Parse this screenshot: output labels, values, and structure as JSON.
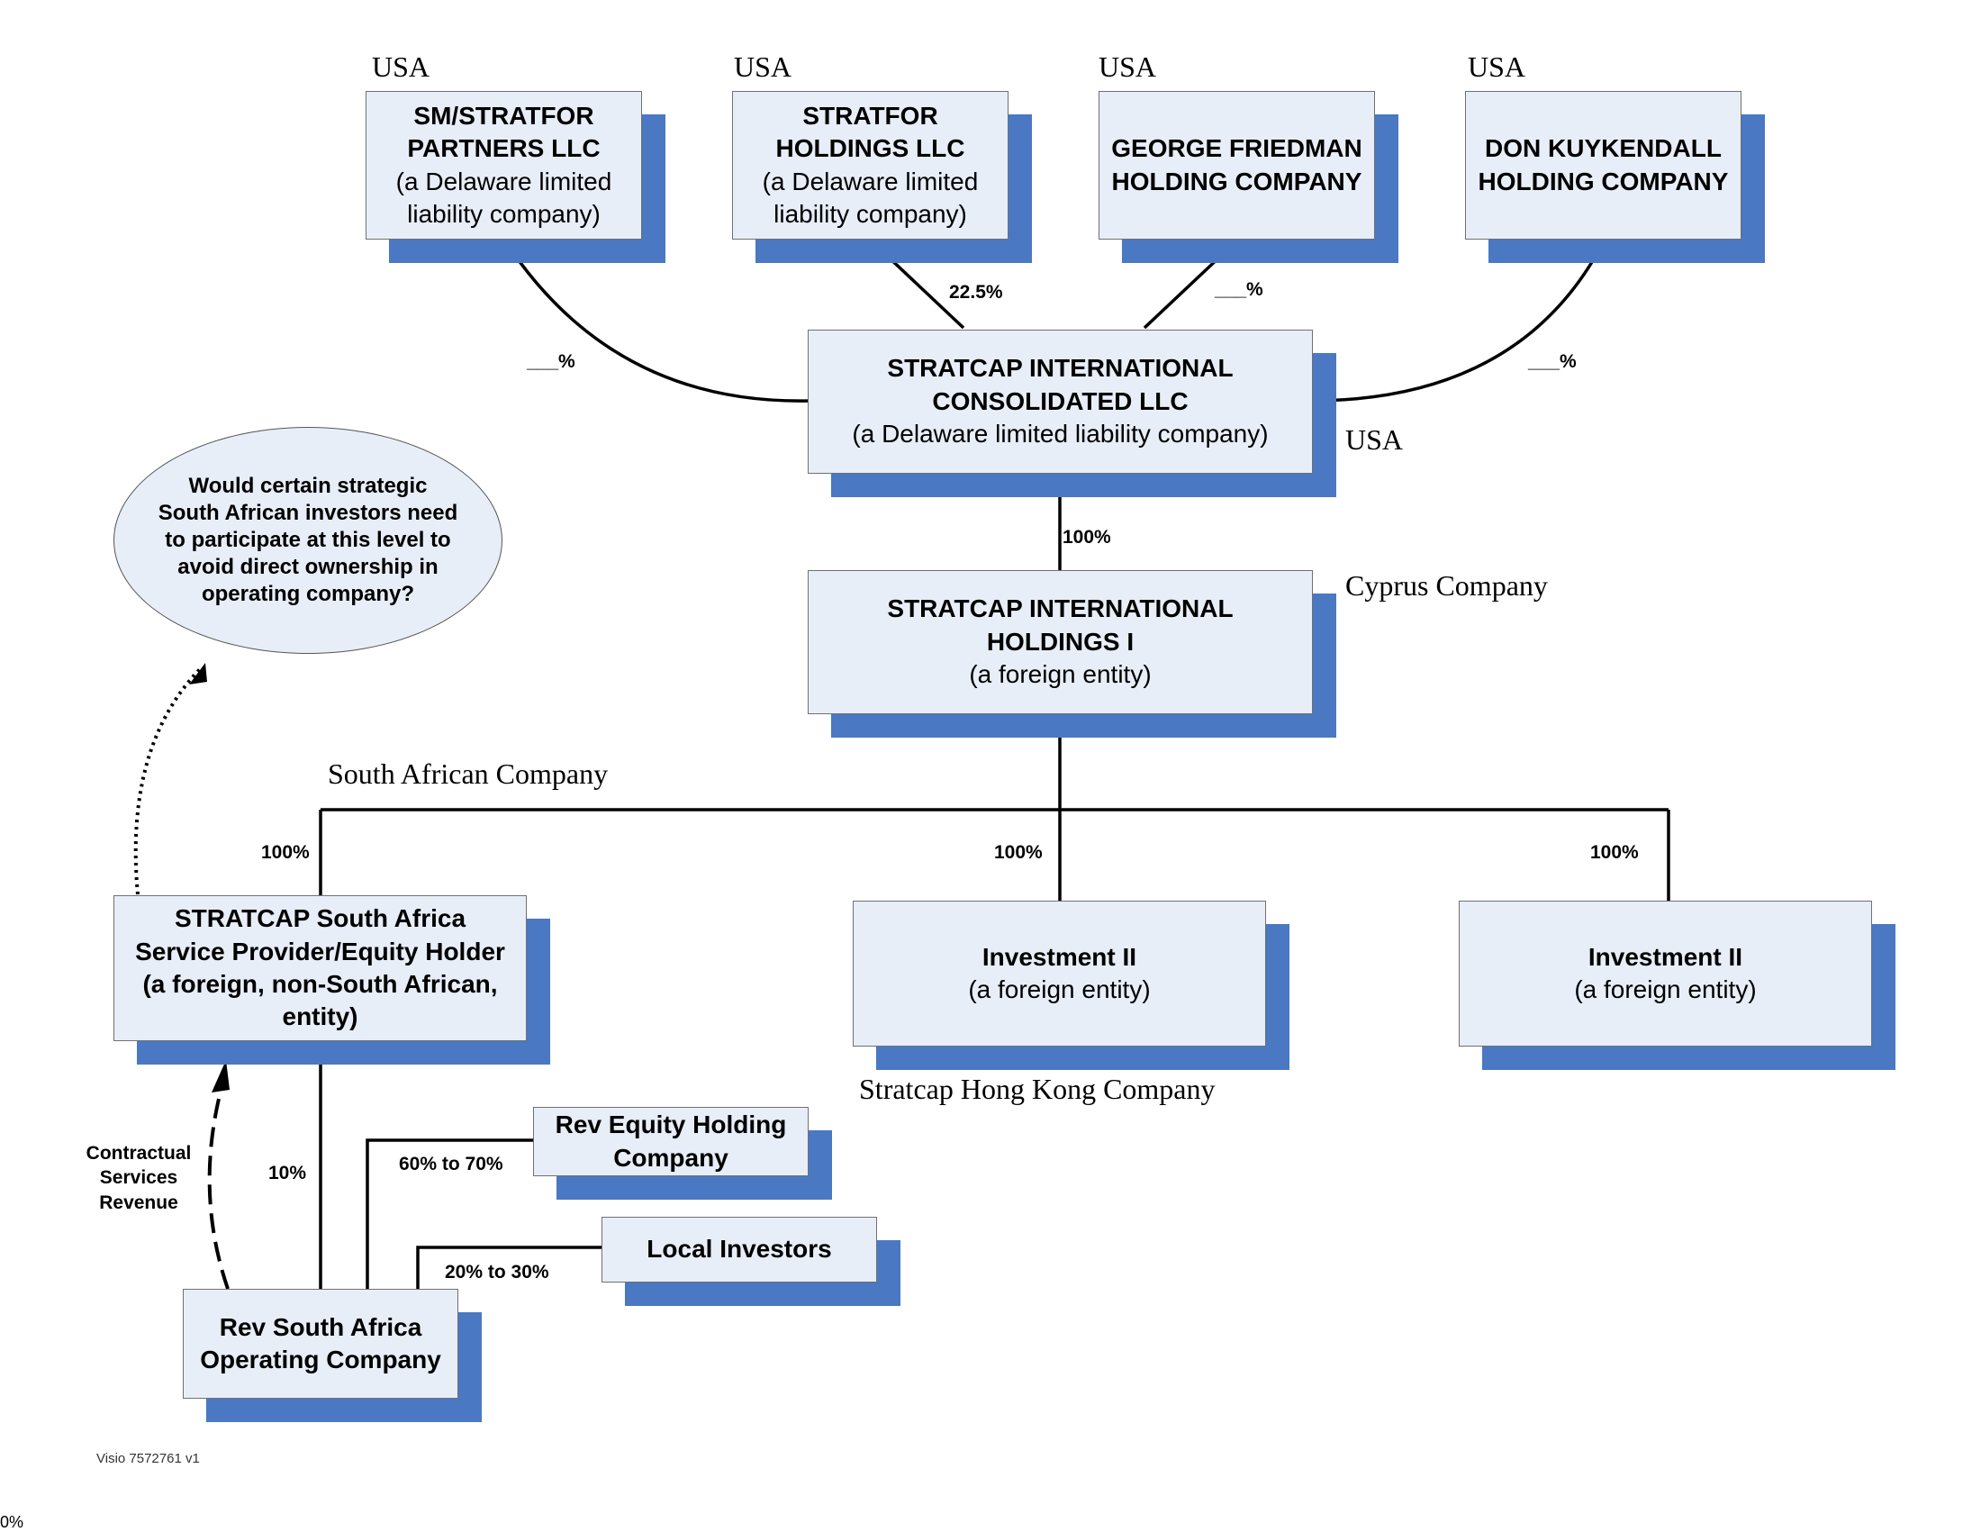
{
  "jurisdictions": {
    "usa_1": "USA",
    "usa_2": "USA",
    "usa_3": "USA",
    "usa_4": "USA",
    "usa_consolidated": "USA",
    "cyprus": "Cyprus Company",
    "south_africa": "South African Company",
    "hong_kong": "Stratcap Hong Kong Company"
  },
  "entities": {
    "sm_stratfor": {
      "name_1": "SM/STRATFOR",
      "name_2": "PARTNERS LLC",
      "desc_1": "(a Delaware limited",
      "desc_2": "liability company)"
    },
    "stratfor_holdings": {
      "name_1": "STRATFOR",
      "name_2": "HOLDINGS LLC",
      "desc_1": "(a Delaware limited",
      "desc_2": "liability company)"
    },
    "george_friedman": {
      "name_1": "GEORGE FRIEDMAN",
      "name_2": "HOLDING COMPANY"
    },
    "don_kuykendall": {
      "name_1": "DON KUYKENDALL",
      "name_2": "HOLDING COMPANY"
    },
    "consolidated": {
      "name_1": "STRATCAP INTERNATIONAL",
      "name_2": "CONSOLIDATED LLC",
      "desc": "(a Delaware limited liability company)"
    },
    "holdings_i": {
      "name_1": "STRATCAP INTERNATIONAL",
      "name_2": "HOLDINGS I",
      "desc": "(a foreign entity)"
    },
    "south_africa_provider": {
      "line_1": "STRATCAP South Africa",
      "line_2": "Service Provider/Equity Holder",
      "line_3": "(a foreign, non-South African,",
      "line_4": "entity)"
    },
    "investment_ii_center": {
      "name": "Investment II",
      "desc": "(a foreign entity)"
    },
    "investment_ii_right": {
      "name": "Investment II",
      "desc": "(a foreign entity)"
    },
    "rev_equity": {
      "line_1": "Rev Equity Holding",
      "line_2": "Company"
    },
    "local_investors": {
      "name": "Local Investors"
    },
    "rev_operating": {
      "line_1": "Rev South Africa",
      "line_2": "Operating Company"
    }
  },
  "percentages": {
    "sm_stratfor": "___%",
    "stratfor_holdings": "22.5%",
    "george_friedman": "___%",
    "don_kuykendall": "___%",
    "consolidated_to_holdings": "100%",
    "to_south_africa": "100%",
    "to_investment_center": "100%",
    "to_investment_right": "100%",
    "provider_to_operating": "10%",
    "rev_equity_to_operating": "60% to 70%",
    "local_to_operating": "20% to 30%"
  },
  "question_note": {
    "line_1": "Would certain strategic",
    "line_2": "South African investors need",
    "line_3": "to participate at this level to",
    "line_4": "avoid direct ownership in",
    "line_5": "operating company?"
  },
  "contractual_note": {
    "line_1": "Contractual",
    "line_2": "Services",
    "line_3": "Revenue"
  },
  "footer": "Visio 7572761 v1",
  "edge_fragment": "0%",
  "colors": {
    "box_fill": "#e8eef8",
    "shadow": "#4a78c2",
    "line": "#000000"
  }
}
